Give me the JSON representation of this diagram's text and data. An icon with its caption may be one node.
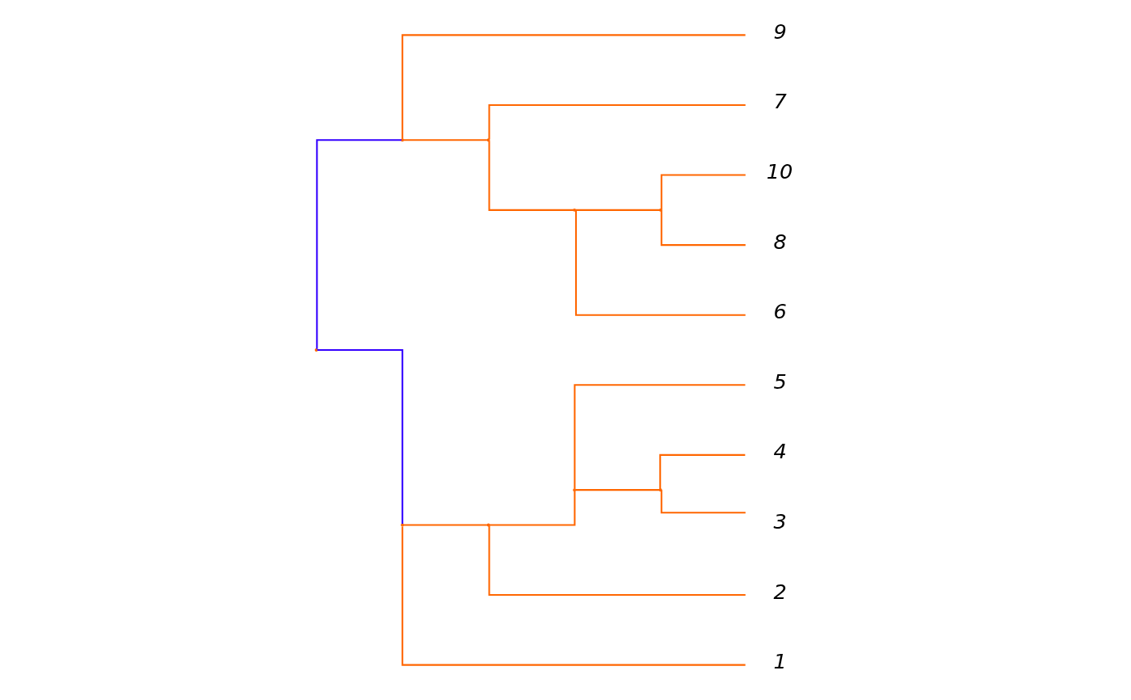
{
  "diagram": {
    "nodes": [
      {
        "text": [],
        "shape": "point"
      },
      {
        "text": [],
        "shape": "point"
      },
      {
        "text": [
          "9"
        ]
      },
      {
        "text": [],
        "shape": "point"
      },
      {
        "text": [
          "7"
        ]
      },
      {
        "text": [],
        "shape": "point"
      },
      {
        "text": [],
        "shape": "point"
      },
      {
        "text": [
          "10"
        ]
      },
      {
        "text": [
          "8"
        ]
      },
      {
        "text": [
          "6"
        ]
      },
      {
        "text": [],
        "shape": "point"
      },
      {
        "text": [],
        "shape": "point"
      },
      {
        "text": [],
        "shape": "point"
      },
      {
        "text": [
          "5"
        ]
      },
      {
        "text": [],
        "shape": "point"
      },
      {
        "text": [
          "4"
        ]
      },
      {
        "text": [
          "3"
        ]
      },
      {
        "text": [
          "2"
        ]
      },
      {
        "text": [
          "1"
        ]
      }
    ],
    "edges": [
      {
        "from": 0,
        "to": 1,
        "arrow": "none",
        "color": "#3300ff"
      },
      {
        "from": 0,
        "to": 10,
        "arrow": "none",
        "color": "#3300ff"
      },
      {
        "from": 1,
        "to": 2,
        "arrow": "none"
      },
      {
        "from": 1,
        "to": 3,
        "arrow": "none"
      },
      {
        "from": 3,
        "to": 4,
        "arrow": "none"
      },
      {
        "from": 3,
        "to": 5,
        "arrow": "none"
      },
      {
        "from": 5,
        "to": 6,
        "arrow": "none"
      },
      {
        "from": 5,
        "to": 9,
        "arrow": "none"
      },
      {
        "from": 6,
        "to": 7,
        "arrow": "none"
      },
      {
        "from": 6,
        "to": 8,
        "arrow": "none"
      },
      {
        "from": 10,
        "to": 11,
        "arrow": "none"
      },
      {
        "from": 10,
        "to": 18,
        "arrow": "none"
      },
      {
        "from": 11,
        "to": 12,
        "arrow": "none"
      },
      {
        "from": 11,
        "to": 17,
        "arrow": "none"
      },
      {
        "from": 12,
        "to": 13,
        "arrow": "none"
      },
      {
        "from": 12,
        "to": 14,
        "arrow": "none"
      },
      {
        "from": 14,
        "to": 15,
        "arrow": "none"
      },
      {
        "from": 14,
        "to": 16,
        "arrow": "none"
      }
    ]
  }
}
